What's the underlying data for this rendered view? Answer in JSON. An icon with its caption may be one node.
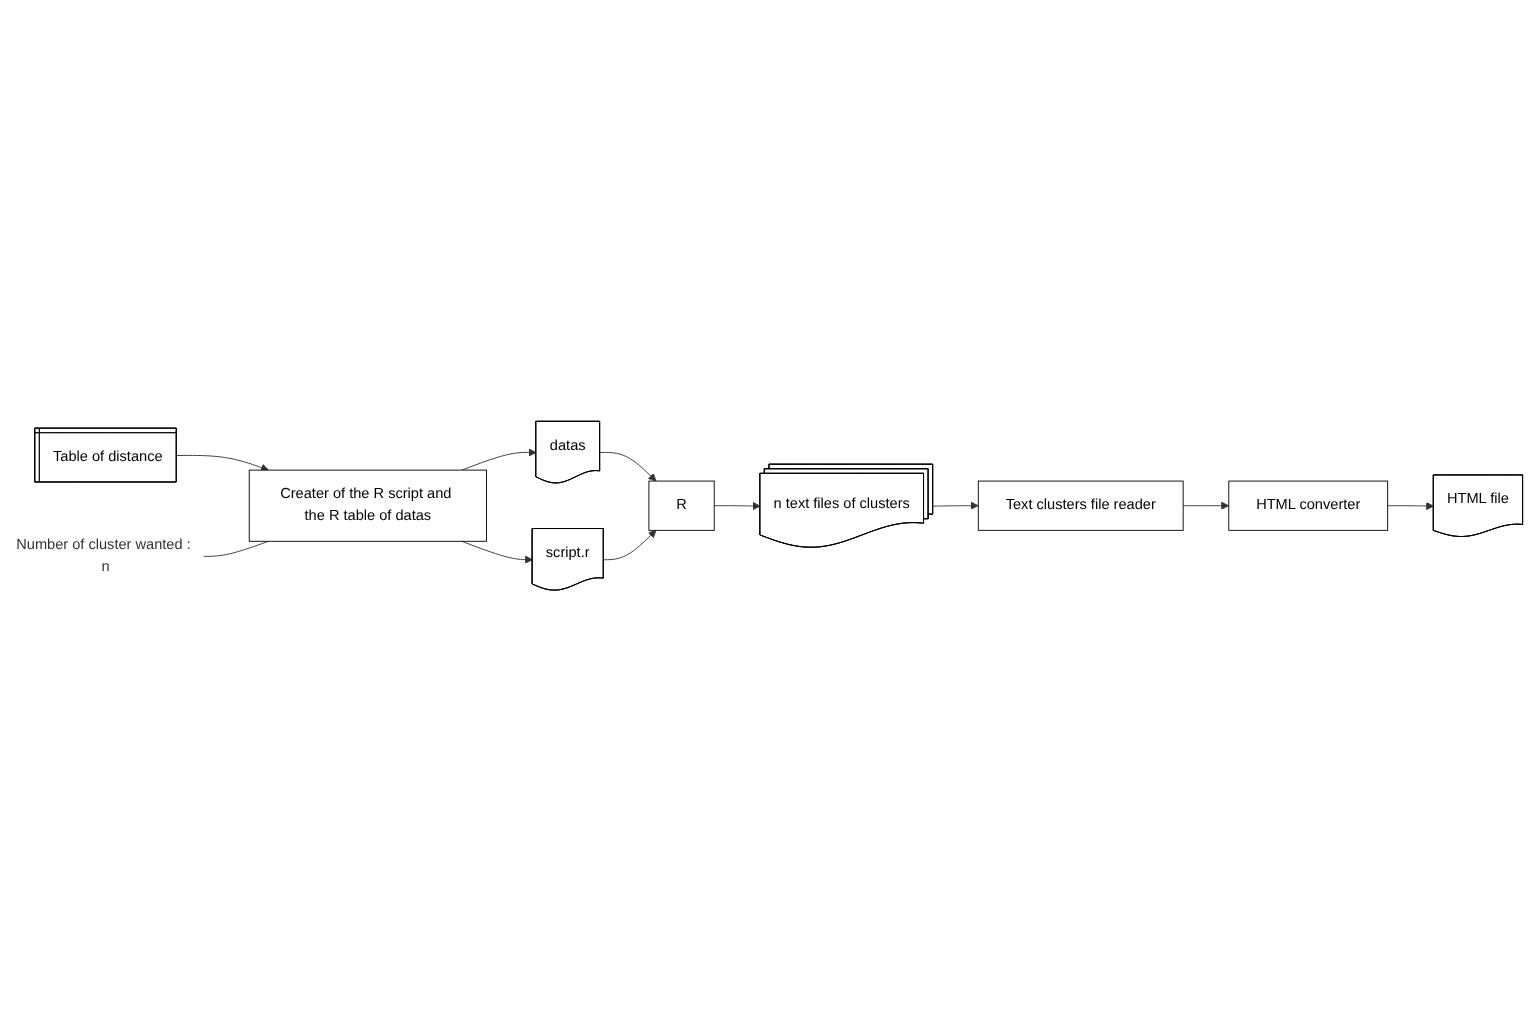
{
  "diagram": {
    "nodes": [
      {
        "text": [
          "Table of distance"
        ]
      },
      {
        "text": [
          "Number of cluster wanted : n"
        ]
      },
      {
        "text": [
          "Creater of the R script and the R table of datas"
        ]
      },
      {
        "text": [
          "datas"
        ]
      },
      {
        "text": [
          "script.r"
        ]
      },
      {
        "text": [
          "R"
        ]
      },
      {
        "text": [
          "n text files of clusters"
        ]
      },
      {
        "text": [
          "Text clusters file reader"
        ]
      },
      {
        "text": [
          "HTML converter"
        ]
      },
      {
        "text": [
          "HTML file"
        ]
      }
    ],
    "edges": [
      {
        "from": 0,
        "to": 2,
        "arrow": "to"
      },
      {
        "from": 1,
        "to": 2,
        "arrow": "none"
      },
      {
        "from": 2,
        "to": 3,
        "arrow": "to"
      },
      {
        "from": 2,
        "to": 4,
        "arrow": "to"
      },
      {
        "from": 3,
        "to": 5,
        "arrow": "to"
      },
      {
        "from": 4,
        "to": 5,
        "arrow": "to"
      },
      {
        "from": 5,
        "to": 6,
        "arrow": "to"
      },
      {
        "from": 6,
        "to": 7,
        "arrow": "to"
      },
      {
        "from": 7,
        "to": 8,
        "arrow": "to"
      },
      {
        "from": 8,
        "to": 9,
        "arrow": "to"
      }
    ]
  }
}
